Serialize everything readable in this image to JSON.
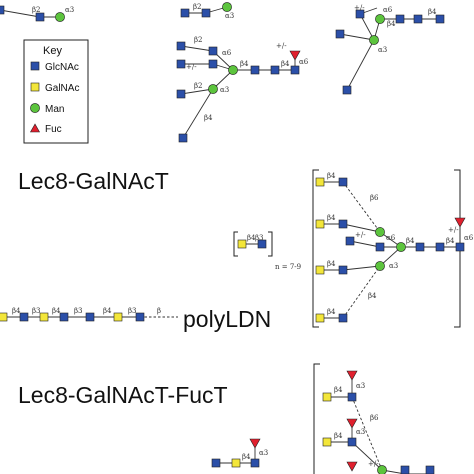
{
  "headings": {
    "lec8_galnact": "Lec8-GalNAcT",
    "polyldn": "polyLDN",
    "lec8_galnact_fuct": "Lec8-GalNAcT-FucT"
  },
  "key": {
    "title": "Key",
    "items": [
      {
        "label": "GlcNAc",
        "shape": "square",
        "color": "#2b4fa8"
      },
      {
        "label": "GalNAc",
        "shape": "square",
        "color": "#f3e63a"
      },
      {
        "label": "Man",
        "shape": "circle",
        "color": "#5cc43d"
      },
      {
        "label": "Fuc",
        "shape": "triangle",
        "color": "#e0202e"
      }
    ]
  },
  "linkage_labels": {
    "alpha3": "α3",
    "alpha6": "α6",
    "beta2": "β2",
    "beta3": "β3",
    "beta4": "β4",
    "beta6": "β6",
    "beta": "β",
    "plus_minus": "+/-",
    "repeat_count": "n = 7-9"
  },
  "colors": {
    "glcnac": "#2b4fa8",
    "galnac": "#f3e63a",
    "man": "#5cc43d",
    "fuc": "#e0202e"
  }
}
